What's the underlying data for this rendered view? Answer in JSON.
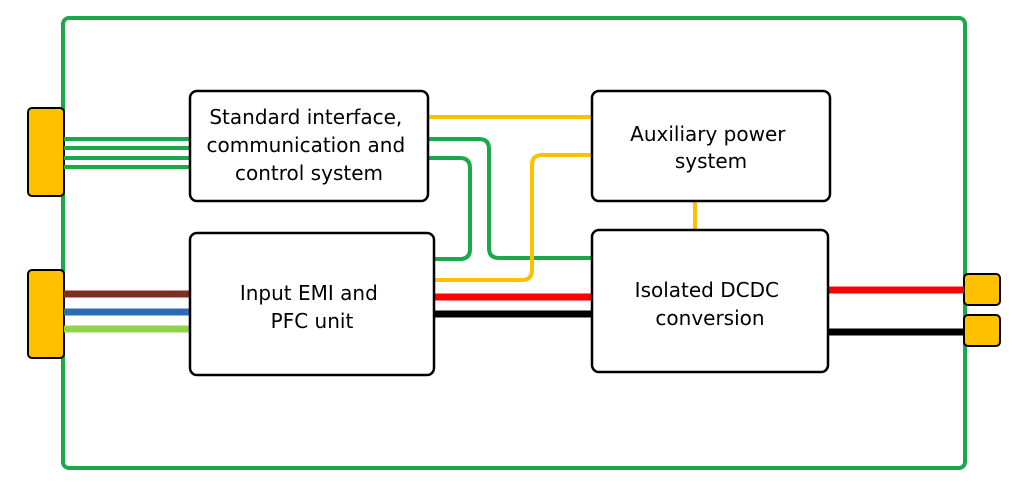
{
  "colors": {
    "frame": "#1aa84a",
    "aux_line": "#ffc000",
    "comm_line": "#1aa84a",
    "ac_brown": "#7b2e22",
    "ac_blue": "#2e6bb5",
    "ac_green": "#92d050",
    "dc_red": "#ff0000",
    "dc_black": "#000000",
    "connector": "#ffc000"
  },
  "blocks": {
    "interface": {
      "lines": [
        "Standard interface,",
        "communication and",
        "control system"
      ]
    },
    "aux": {
      "lines": [
        "Auxiliary power",
        "system"
      ]
    },
    "emi": {
      "lines": [
        "Input EMI and",
        "PFC unit"
      ]
    },
    "dcdc": {
      "lines": [
        "Isolated DCDC",
        "conversion"
      ]
    }
  }
}
